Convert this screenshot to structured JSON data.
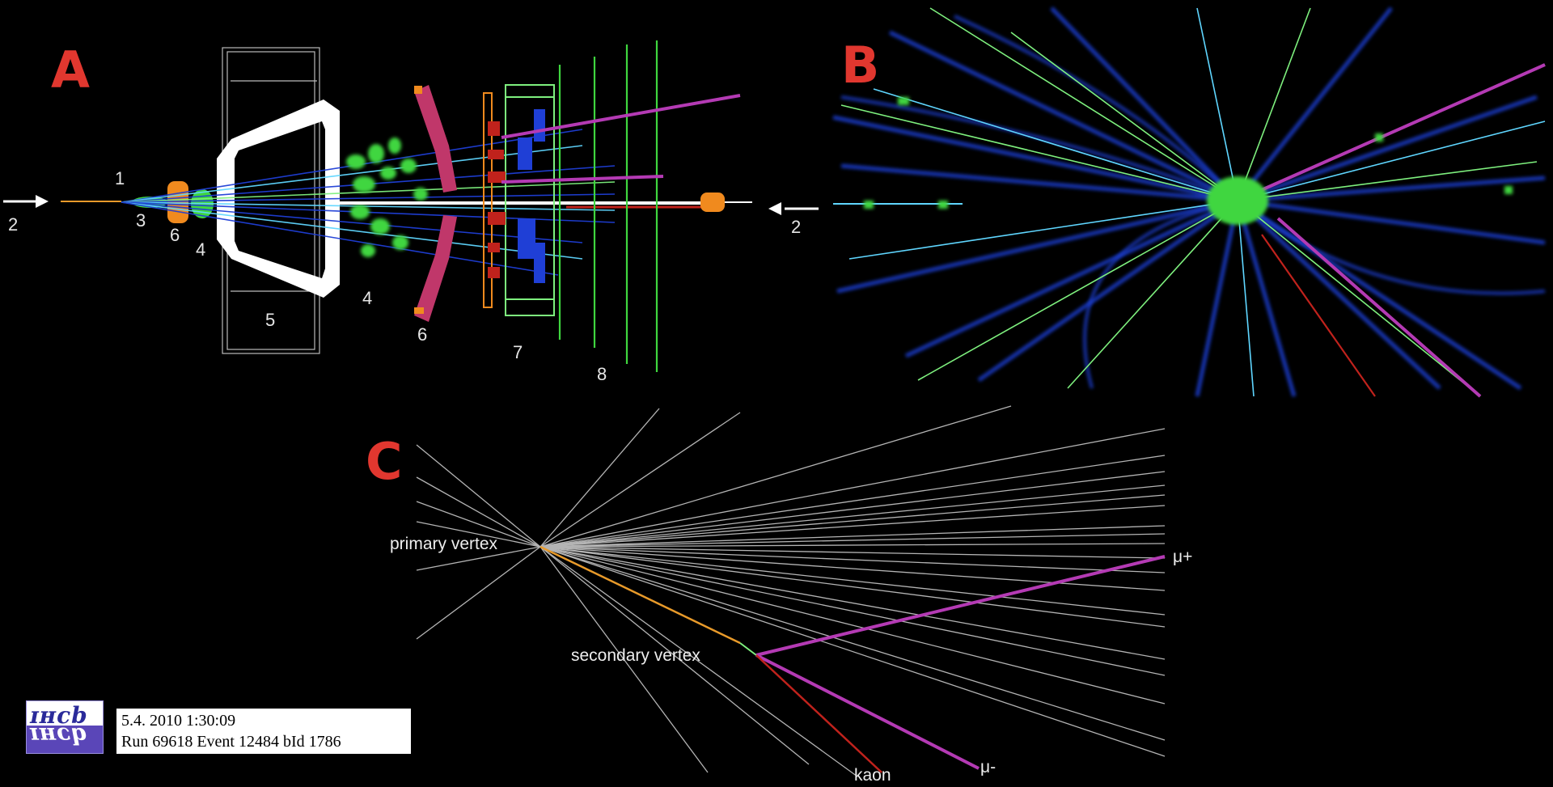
{
  "panels": {
    "a": "A",
    "b": "B",
    "c": "C"
  },
  "detector_labels": {
    "n1": "1",
    "n2_left": "2",
    "n2_right": "2",
    "n3": "3",
    "n4_left": "4",
    "n4_right": "4",
    "n5": "5",
    "n6_left": "6",
    "n6_right": "6",
    "n7": "7",
    "n8": "8"
  },
  "vertex_labels": {
    "primary": "primary vertex",
    "secondary": "secondary vertex",
    "mu_plus": "μ+",
    "mu_minus": "μ-",
    "kaon": "kaon"
  },
  "logo": {
    "text": "LHCb"
  },
  "event_info": {
    "datetime": "5.4. 2010  1:30:09",
    "run_event": "Run 69618 Event 12484   bId 1786"
  },
  "colors": {
    "background": "#000000",
    "panel_letter": "#e1372f",
    "track_blue": "#1f3fd6",
    "track_green": "#7ef07e",
    "track_cyan": "#5fd6ff",
    "muon_magenta": "#b43ab4",
    "kaon_red": "#c0221c",
    "secondary_orange": "#e89a2a",
    "track_white": "#cfcfcf"
  }
}
